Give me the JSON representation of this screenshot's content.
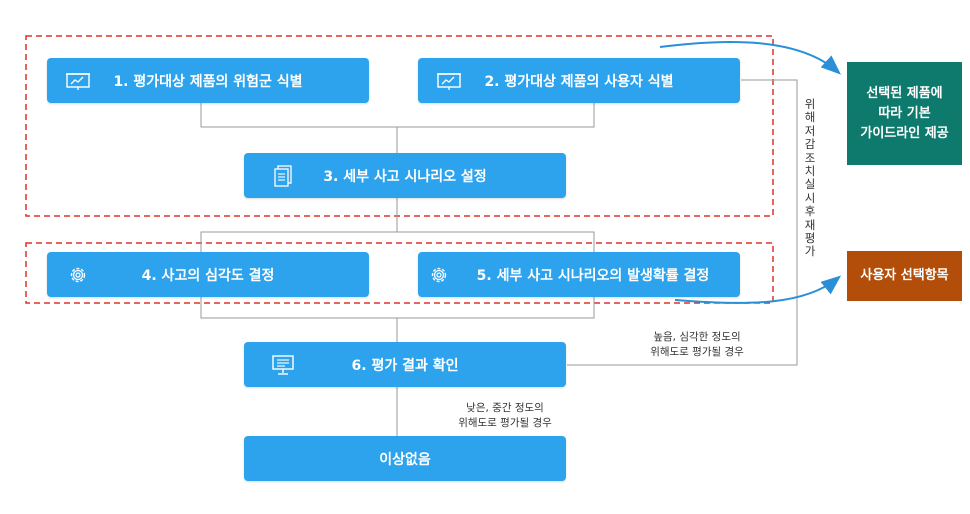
{
  "steps": [
    {
      "id": "s1",
      "label": "1. 평가대상 제품의 위험군 식별",
      "icon": "chart-board-icon"
    },
    {
      "id": "s2",
      "label": "2. 평가대상 제품의 사용자 식별",
      "icon": "chart-board-icon"
    },
    {
      "id": "s3",
      "label": "3. 세부 사고 시나리오 설정",
      "icon": "document-icon"
    },
    {
      "id": "s4",
      "label": "4. 사고의 심각도 결정",
      "icon": "gear-icon"
    },
    {
      "id": "s5",
      "label": "5. 세부 사고 시나리오의 발생확률 결정",
      "icon": "gear-icon"
    },
    {
      "id": "s6",
      "label": "6. 평가 결과 확인",
      "icon": "monitor-icon"
    },
    {
      "id": "s7",
      "label": "이상없음"
    }
  ],
  "side_boxes": {
    "guideline": {
      "label": "선택된 제품에\n따라 기본\n가이드라인 제공",
      "color": "#0e7a6d"
    },
    "user_option": {
      "label": "사용자 선택항목",
      "color": "#b24d0a"
    }
  },
  "notes": {
    "high": "높음, 심각한 정도의\n위해도로 평가될 경우",
    "low": "낮은, 중간 정도의\n위해도로 평가될 경우",
    "reeval": "위해저감조치실시후재평가"
  },
  "colors": {
    "box": "#2ea3ed",
    "dashed": "#e0322a",
    "arrow": "#2a8fd6",
    "line": "#9a9a9a"
  }
}
